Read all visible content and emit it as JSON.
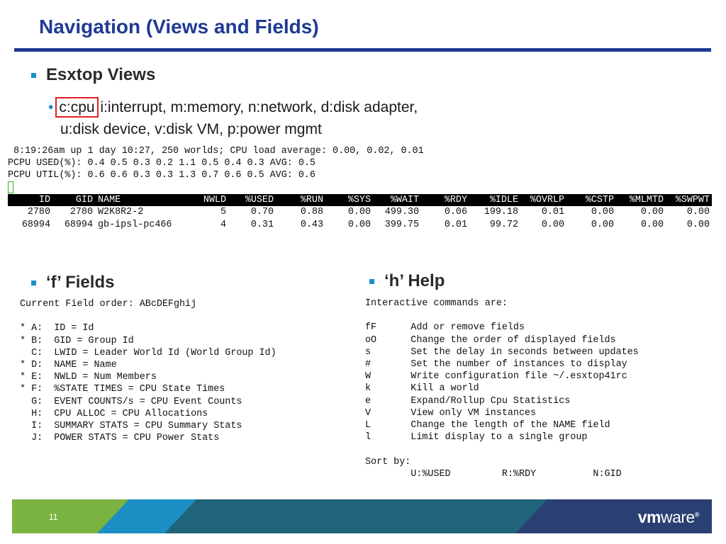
{
  "slide": {
    "title": "Navigation (Views and Fields)",
    "page_number": "11",
    "logo": {
      "bold": "vm",
      "thin": "ware",
      "mark": "®"
    }
  },
  "views": {
    "heading": "Esxtop Views",
    "highlight": "c:cpu",
    "line1_rest": " i:interrupt, m:memory, n:network, d:disk adapter,",
    "line2": "u:disk device, v:disk VM, p:power mgmt"
  },
  "terminal": {
    "summary": [
      " 8:19:26am up 1 day 10:27, 250 worlds; CPU load average: 0.00, 0.02, 0.01",
      "PCPU USED(%): 0.4 0.5 0.3 0.2 1.1 0.5 0.4 0.3 AVG: 0.5",
      "PCPU UTIL(%): 0.6 0.6 0.3 0.3 1.3 0.7 0.6 0.5 AVG: 0.6"
    ],
    "headers": [
      "ID",
      "GID",
      "NAME",
      "NWLD",
      "%USED",
      "%RUN",
      "%SYS",
      "%WAIT",
      "%RDY",
      "%IDLE",
      "%OVRLP",
      "%CSTP",
      "%MLMTD",
      "%SWPWT"
    ],
    "rows": [
      [
        "2780",
        "2780",
        "W2K8R2-2",
        "5",
        "0.70",
        "0.88",
        "0.00",
        "499.30",
        "0.06",
        "199.18",
        "0.01",
        "0.00",
        "0.00",
        "0.00"
      ],
      [
        "68994",
        "68994",
        "gb-ipsl-pc466",
        "4",
        "0.31",
        "0.43",
        "0.00",
        "399.75",
        "0.01",
        "99.72",
        "0.00",
        "0.00",
        "0.00",
        "0.00"
      ]
    ]
  },
  "fields": {
    "heading": "‘f’ Fields",
    "lines": [
      "Current Field order: ABcDEFghij",
      "",
      "* A:  ID = Id",
      "* B:  GID = Group Id",
      "  C:  LWID = Leader World Id (World Group Id)",
      "* D:  NAME = Name",
      "* E:  NWLD = Num Members",
      "* F:  %STATE TIMES = CPU State Times",
      "  G:  EVENT COUNTS/s = CPU Event Counts",
      "  H:  CPU ALLOC = CPU Allocations",
      "  I:  SUMMARY STATS = CPU Summary Stats",
      "  J:  POWER STATS = CPU Power Stats"
    ]
  },
  "help": {
    "heading": "‘h’ Help",
    "lines": [
      "Interactive commands are:",
      "",
      "fF      Add or remove fields",
      "oO      Change the order of displayed fields",
      "s       Set the delay in seconds between updates",
      "#       Set the number of instances to display",
      "W       Write configuration file ~/.esxtop41rc",
      "k       Kill a world",
      "e       Expand/Rollup Cpu Statistics",
      "V       View only VM instances",
      "L       Change the length of the NAME field",
      "l       Limit display to a single group",
      "",
      "Sort by:",
      "        U:%USED         R:%RDY          N:GID"
    ]
  },
  "colors": {
    "title": "#1f3a93",
    "bullet": "#1b8fc4",
    "highlight_box": "#e02020",
    "footer_teal": "#1f6478",
    "footer_green": "#7ab342",
    "footer_navy": "#2a3f73"
  }
}
